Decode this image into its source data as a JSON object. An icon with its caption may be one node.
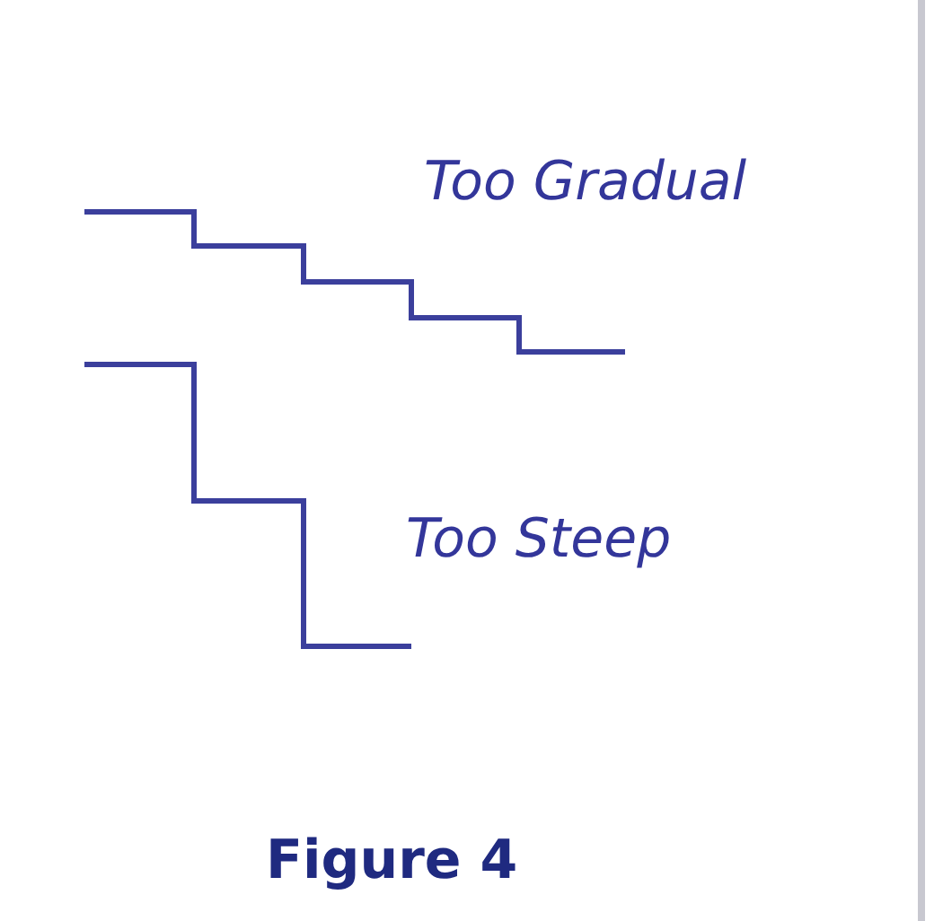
{
  "diagram": {
    "caption": "Figure 4",
    "labels": [
      "Too Gradual",
      "Too Steep"
    ]
  }
}
